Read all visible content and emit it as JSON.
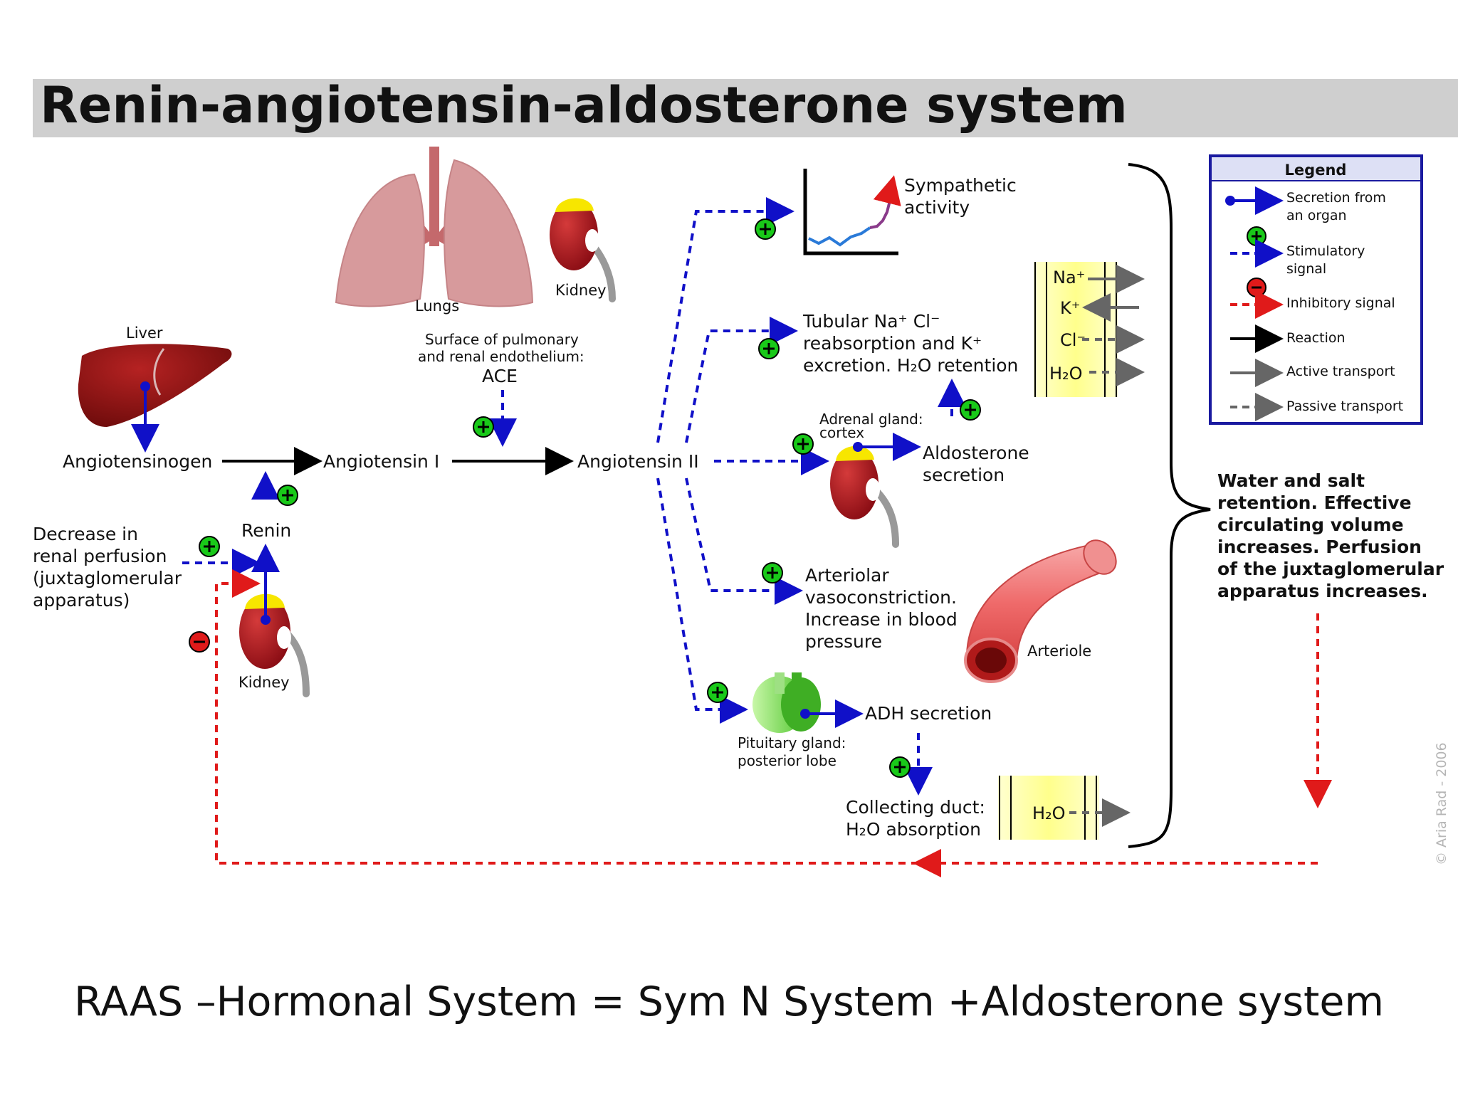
{
  "title": "Renin-angiotensin-aldosterone system",
  "caption": "RAAS –Hormonal System = Sym N System +Aldosterone system",
  "copyright": "© Aria Rad - 2006",
  "organs": {
    "lungs": "Lungs",
    "kidney_top": "Kidney",
    "liver": "Liver",
    "kidney_bottom": "Kidney",
    "arteriole": "Arteriole"
  },
  "labels": {
    "ace_line1": "Surface of pulmonary",
    "ace_line2": "and renal endothelium:",
    "ace": "ACE",
    "angiotensinogen": "Angiotensinogen",
    "angiotensin1": "Angiotensin I",
    "angiotensin2": "Angiotensin II",
    "renin": "Renin",
    "decrease_line1": "Decrease in",
    "decrease_line2": "renal perfusion",
    "decrease_line3": "(juxtaglomerular",
    "decrease_line4": "apparatus)",
    "sympathetic_line1": "Sympathetic",
    "sympathetic_line2": "activity",
    "tubular_line1": "Tubular Na⁺ Cl⁻",
    "tubular_line2": "reabsorption and K⁺",
    "tubular_line3": "excretion. H₂O retention",
    "adrenal_line1": "Adrenal gland:",
    "adrenal_line2": "cortex",
    "aldosterone_line1": "Aldosterone",
    "aldosterone_line2": "secretion",
    "arteriolar_line1": "Arteriolar",
    "arteriolar_line2": "vasoconstriction.",
    "arteriolar_line3": "Increase in blood",
    "arteriolar_line4": "pressure",
    "adh": "ADH secretion",
    "pituitary_line1": "Pituitary gland:",
    "pituitary_line2": "posterior lobe",
    "collecting_line1": "Collecting duct:",
    "collecting_line2": "H₂O absorption",
    "ion_na": "Na⁺",
    "ion_k": "K⁺",
    "ion_cl": "Cl⁻",
    "ion_h2o": "H₂O",
    "duct_h2o": "H₂O",
    "result_line1": "Water and salt",
    "result_line2": "retention. Effective",
    "result_line3": "circulating volume",
    "result_line4": "increases. Perfusion",
    "result_line5": "of the juxtaglomerular",
    "result_line6": "apparatus increases."
  },
  "legend": {
    "title": "Legend",
    "secretion_line1": "Secretion from",
    "secretion_line2": "an organ",
    "stimulatory_line1": "Stimulatory",
    "stimulatory_line2": "signal",
    "inhibitory": "Inhibitory signal",
    "reaction": "Reaction",
    "active": "Active transport",
    "passive": "Passive transport"
  },
  "colors": {
    "title_band": "#cfcfcf",
    "secretion": "#1010c8",
    "stimulatory": "#1010c8",
    "inhibitory": "#e01a1a",
    "reaction": "#000000",
    "transport": "#666666",
    "plus_sign": "#19c919",
    "minus_sign": "#e01a1a",
    "membrane": "#ffffa0",
    "kidney": "#a4121c",
    "adrenal": "#f7e600",
    "liver": "#8a1010",
    "lungs": "#d79a9c"
  }
}
